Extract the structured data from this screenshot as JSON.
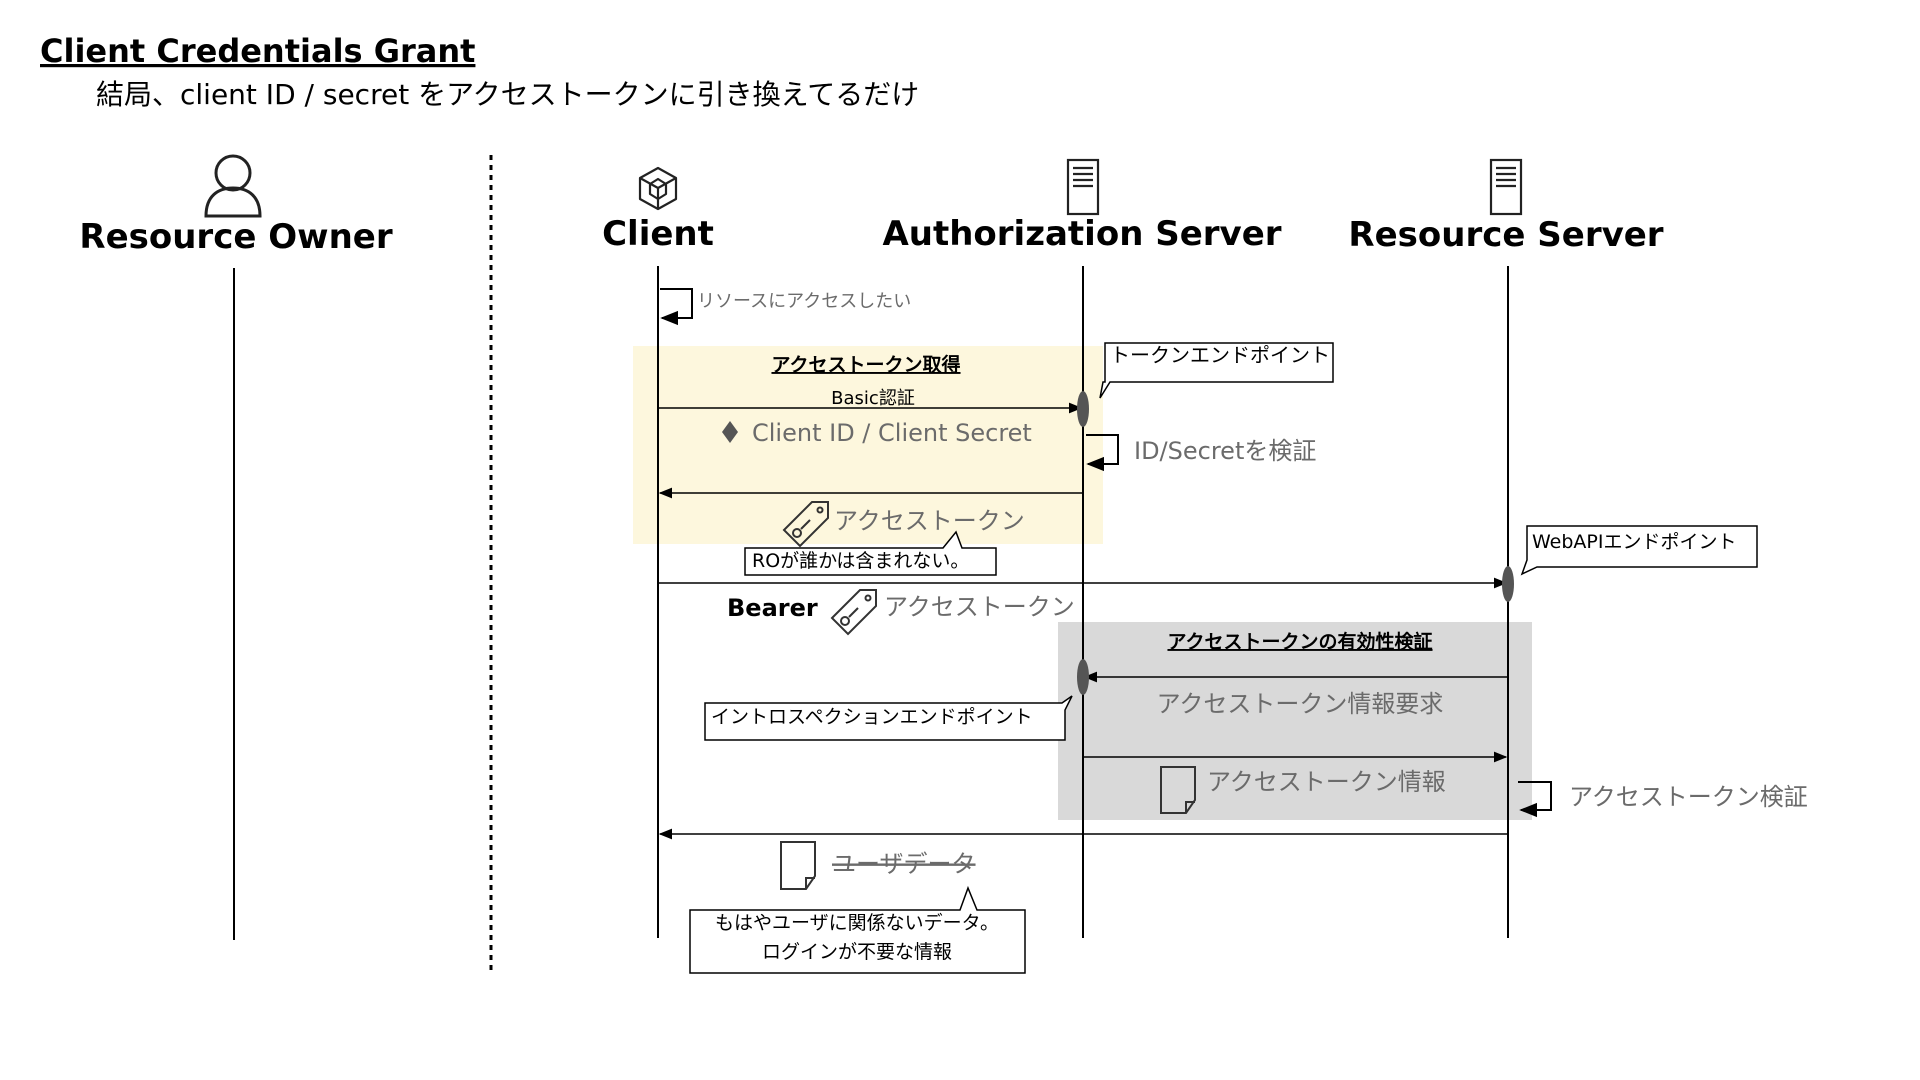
{
  "title": "Client Credentials Grant",
  "subtitle": "結局、client ID / secret をアクセストークンに引き換えてるだけ",
  "actors": {
    "resource_owner": "Resource Owner",
    "client": "Client",
    "authorization_server": "Authorization Server",
    "resource_server": "Resource Server"
  },
  "icons": {
    "resource_owner": "user-icon",
    "client": "cube-icon",
    "authorization_server": "server-icon",
    "resource_server": "server-icon"
  },
  "colors": {
    "token_box": "#fdf7dd",
    "introspection_box": "#d9d9d9",
    "message_text": "#6b6b6b"
  },
  "messages": {
    "want_resource": "リソースにアクセスしたい",
    "token_box_title": "アクセストークン取得",
    "basic_auth": "Basic認証",
    "client_id_secret": "Client ID / Client Secret",
    "verify_id_secret": "ID/Secretを検証",
    "access_token": "アクセストークン",
    "bearer": "Bearer",
    "bearer_token": "アクセストークン",
    "introspection_title": "アクセストークンの有効性検証",
    "token_info_request": "アクセストークン情報要求",
    "token_info": "アクセストークン情報",
    "verify_token": "アクセストークン検証",
    "user_data": "ユーザデータ"
  },
  "callouts": {
    "token_endpoint": "トークンエンドポイント",
    "webapi_endpoint": "WebAPIエンドポイント",
    "introspection_endpoint": "イントロスペクションエンドポイント",
    "ro_not_included": "ROが誰かは含まれない。",
    "not_user_data_line1": "もはやユーザに関係ないデータ。",
    "not_user_data_line2": "ログインが不要な情報"
  }
}
